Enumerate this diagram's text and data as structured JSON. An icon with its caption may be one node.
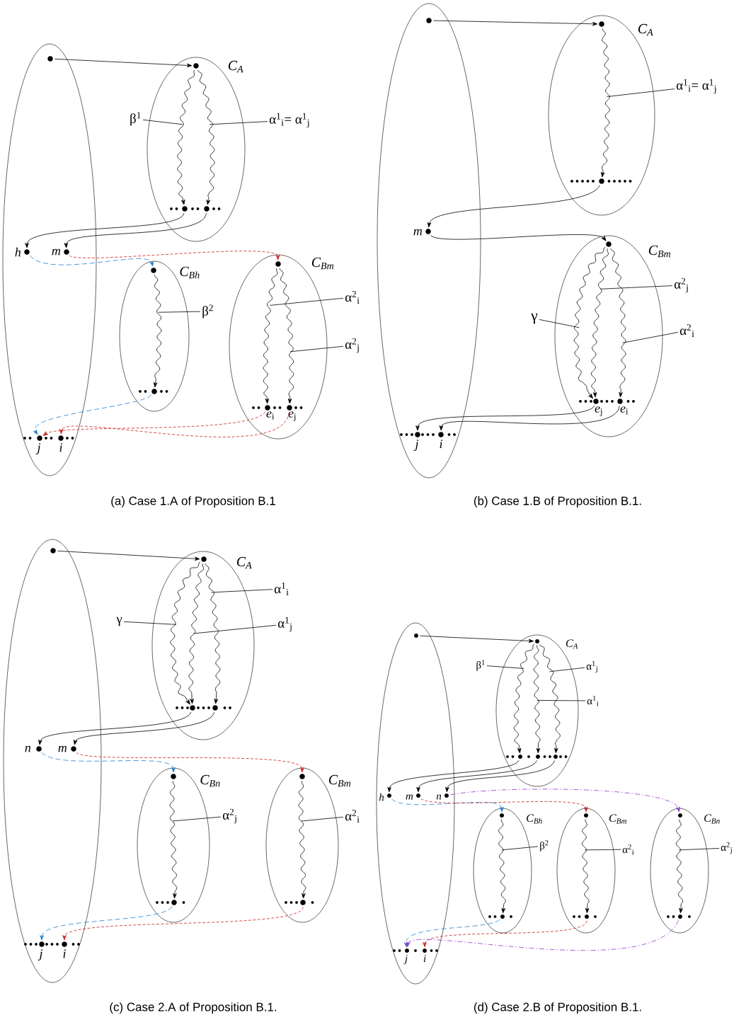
{
  "diagram": {
    "nodes": [
      {
        "text": [],
        "shape": "ellipse"
      },
      {
        "text": [],
        "shape": "circle",
        "in": 0
      },
      {
        "text": [
          "C$_{A}$"
        ]
      },
      {
        "text": [],
        "shape": "circle",
        "in": 2
      },
      {
        "text": [],
        "shape": "circle",
        "in": 2
      },
      {
        "text": [],
        "shape": "circle",
        "in": 2
      },
      {
        "text": [],
        "shape": "circle",
        "in": 0,
        "beside": [
          "h"
        ]
      },
      {
        "text": [],
        "shape": "circle",
        "in": 0,
        "beside": [
          "m"
        ]
      },
      {
        "text": [
          "C$_{Bh}$"
        ]
      },
      {
        "text": [],
        "shape": "circle",
        "in": 8
      },
      {
        "text": [],
        "shape": "circle",
        "in": 8
      },
      {
        "text": [
          "C$_{Bm}$"
        ]
      },
      {
        "text": [],
        "shape": "circle",
        "in": 11
      },
      {
        "text": [],
        "shape": "circle",
        "in": 11,
        "beside": [
          "*e*$_{i}$"
        ]
      },
      {
        "text": [],
        "shape": "circle",
        "in": 11,
        "beside": [
          "*e*$_{j}$"
        ]
      },
      {
        "text": [],
        "shape": "circle",
        "in": 0,
        "beside": [
          "j"
        ]
      },
      {
        "text": [],
        "shape": "circle",
        "in": 0,
        "beside": [
          "i"
        ]
      },
      {
        "text": [
          "β$^{1}$"
        ]
      },
      {
        "text": [
          "α$^{1}$$_{i}$= α$^{1}$$_{j}$"
        ]
      },
      {
        "text": [
          "β$^{2}$"
        ]
      },
      {
        "text": [
          "α$^{2}$$_{i}$"
        ]
      },
      {
        "text": [
          "α$^{2}$$_{j}$"
        ]
      },
      {
        "text": [],
        "shape": "ellipse"
      },
      {
        "text": [],
        "shape": "circle",
        "in": 22
      },
      {
        "text": [
          "C$_{A}$"
        ]
      },
      {
        "text": [],
        "shape": "circle",
        "in": 24
      },
      {
        "text": [],
        "shape": "circle",
        "in": 24
      },
      {
        "text": [],
        "shape": "circle",
        "in": 22,
        "beside": [
          "m"
        ]
      },
      {
        "text": [
          "C$_{Bm}$"
        ]
      },
      {
        "text": [],
        "shape": "circle",
        "in": 28
      },
      {
        "text": [],
        "shape": "circle",
        "in": 28,
        "beside": [
          "*e*$_{j}$"
        ]
      },
      {
        "text": [],
        "shape": "circle",
        "in": 28,
        "beside": [
          "*e*$_{i}$"
        ]
      },
      {
        "text": [],
        "shape": "circle",
        "in": 22,
        "beside": [
          "j"
        ]
      },
      {
        "text": [],
        "shape": "circle",
        "in": 22,
        "beside": [
          "i"
        ]
      },
      {
        "text": [
          "α$^{1}$$_{i}$= α$^{1}$$_{j}$"
        ]
      },
      {
        "text": [
          "α$^{2}$$_{j}$"
        ]
      },
      {
        "text": [
          "γ"
        ]
      },
      {
        "text": [
          "α$^{2}$$_{i}$"
        ]
      },
      {
        "text": [],
        "shape": "ellipse"
      },
      {
        "text": [],
        "shape": "circle",
        "in": 38
      },
      {
        "text": [
          "C$_{A}$"
        ]
      },
      {
        "text": [],
        "shape": "circle",
        "in": 40
      },
      {
        "text": [],
        "shape": "circle",
        "in": 40
      },
      {
        "text": [],
        "shape": "circle",
        "in": 40
      },
      {
        "text": [],
        "shape": "circle",
        "in": 38,
        "beside": [
          "n"
        ]
      },
      {
        "text": [],
        "shape": "circle",
        "in": 38,
        "beside": [
          "m"
        ]
      },
      {
        "text": [
          "C$_{Bn}$"
        ]
      },
      {
        "text": [],
        "shape": "circle",
        "in": 46
      },
      {
        "text": [],
        "shape": "circle",
        "in": 46
      },
      {
        "text": [
          "C$_{Bm}$"
        ]
      },
      {
        "text": [],
        "shape": "circle",
        "in": 49
      },
      {
        "text": [],
        "shape": "circle",
        "in": 49
      },
      {
        "text": [],
        "shape": "circle",
        "in": 38,
        "beside": [
          "j"
        ]
      },
      {
        "text": [],
        "shape": "circle",
        "in": 38,
        "beside": [
          "i"
        ]
      },
      {
        "text": [
          "α$^{1}$$_{i}$"
        ]
      },
      {
        "text": [
          "γ"
        ]
      },
      {
        "text": [
          "α$^{1}$$_{j}$"
        ]
      },
      {
        "text": [
          "α$^{2}$$_{j}$"
        ]
      },
      {
        "text": [
          "α$^{2}$$_{i}$"
        ]
      },
      {
        "text": [],
        "shape": "ellipse"
      },
      {
        "text": [],
        "shape": "circle",
        "in": 59
      },
      {
        "text": [
          "C$_{A}$"
        ]
      },
      {
        "text": [],
        "shape": "circle",
        "in": 61
      },
      {
        "text": [],
        "shape": "circle",
        "in": 61
      },
      {
        "text": [],
        "shape": "circle",
        "in": 61
      },
      {
        "text": [],
        "shape": "circle",
        "in": 61
      },
      {
        "text": [],
        "shape": "circle",
        "in": 59,
        "beside": [
          "h"
        ]
      },
      {
        "text": [],
        "shape": "circle",
        "in": 59,
        "beside": [
          "m"
        ]
      },
      {
        "text": [],
        "shape": "circle",
        "in": 59,
        "beside": [
          "n"
        ]
      },
      {
        "text": [
          "C$_{Bh}$"
        ]
      },
      {
        "text": [],
        "shape": "circle",
        "in": 69
      },
      {
        "text": [],
        "shape": "circle",
        "in": 69
      },
      {
        "text": [
          "C$_{Bm}$"
        ]
      },
      {
        "text": [],
        "shape": "circle",
        "in": 72
      },
      {
        "text": [],
        "shape": "circle",
        "in": 72
      },
      {
        "text": [
          "C$_{Bn}$"
        ]
      },
      {
        "text": [],
        "shape": "circle",
        "in": 75
      },
      {
        "text": [],
        "shape": "circle",
        "in": 75
      },
      {
        "text": [],
        "shape": "circle",
        "in": 59,
        "beside": [
          "j"
        ]
      },
      {
        "text": [],
        "shape": "circle",
        "in": 59,
        "beside": [
          "i"
        ]
      },
      {
        "text": [
          "β$^{1}$"
        ]
      },
      {
        "text": [
          "α$^{1}$$_{j}$"
        ]
      },
      {
        "text": [
          "α$^{1}$$_{i}$"
        ]
      },
      {
        "text": [
          "β$^{2}$"
        ]
      },
      {
        "text": [
          "α$^{2}$$_{i}$"
        ]
      },
      {
        "text": [
          "α$^{2}$$_{j}$"
        ]
      }
    ],
    "edges": [
      {
        "from": 1,
        "to": 3,
        "arrow": "to"
      },
      {
        "from": 3,
        "to": 4,
        "arrow": "to"
      },
      {
        "from": 3,
        "to": 5,
        "arrow": "to"
      },
      {
        "from": 4,
        "to": 6,
        "arrow": "to"
      },
      {
        "from": 5,
        "to": 7,
        "arrow": "to"
      },
      {
        "from": 6,
        "to": 9,
        "arrow": "to",
        "style": "dashed",
        "color": "#1f7fd0"
      },
      {
        "from": 7,
        "to": 12,
        "arrow": "to",
        "style": "dashed",
        "color": "#cc1f1f"
      },
      {
        "from": 9,
        "to": 10,
        "arrow": "to"
      },
      {
        "from": 12,
        "to": 13,
        "arrow": "to"
      },
      {
        "from": 12,
        "to": 14,
        "arrow": "to"
      },
      {
        "from": 10,
        "to": 15,
        "arrow": "to",
        "style": "dashed",
        "color": "#1f7fd0"
      },
      {
        "from": 13,
        "to": 15,
        "arrow": "to",
        "style": "dashed",
        "color": "#cc1f1f"
      },
      {
        "from": 14,
        "to": 16,
        "arrow": "to",
        "style": "dashed",
        "color": "#cc1f1f"
      },
      {
        "from": 17,
        "to": null,
        "arrow": "none"
      },
      {
        "from": 18,
        "to": null,
        "arrow": "none"
      },
      {
        "from": 19,
        "to": null,
        "arrow": "none"
      },
      {
        "from": 20,
        "to": null,
        "arrow": "none"
      },
      {
        "from": 21,
        "to": null,
        "arrow": "none"
      },
      {
        "from": 23,
        "to": 25,
        "arrow": "to"
      },
      {
        "from": 25,
        "to": 26,
        "arrow": "to"
      },
      {
        "from": 26,
        "to": 27,
        "arrow": "to"
      },
      {
        "from": 27,
        "to": 29,
        "arrow": "to"
      },
      {
        "from": 29,
        "to": 30,
        "arrow": "to"
      },
      {
        "from": 29,
        "to": 30,
        "arrow": "to"
      },
      {
        "from": 29,
        "to": 31,
        "arrow": "to"
      },
      {
        "from": 30,
        "to": 32,
        "arrow": "to"
      },
      {
        "from": 31,
        "to": 33,
        "arrow": "to"
      },
      {
        "from": 34,
        "to": null,
        "arrow": "none"
      },
      {
        "from": 35,
        "to": null,
        "arrow": "none"
      },
      {
        "from": 36,
        "to": null,
        "arrow": "none"
      },
      {
        "from": 37,
        "to": null,
        "arrow": "none"
      },
      {
        "from": 39,
        "to": 41,
        "arrow": "to"
      },
      {
        "from": 41,
        "to": 42,
        "arrow": "to"
      },
      {
        "from": 41,
        "to": 42,
        "arrow": "to"
      },
      {
        "from": 41,
        "to": 43,
        "arrow": "to"
      },
      {
        "from": 42,
        "to": 44,
        "arrow": "to"
      },
      {
        "from": 43,
        "to": 45,
        "arrow": "to"
      },
      {
        "from": 44,
        "to": 47,
        "arrow": "to",
        "style": "dashed",
        "color": "#1f7fd0"
      },
      {
        "from": 45,
        "to": 50,
        "arrow": "to",
        "style": "dashed",
        "color": "#cc1f1f"
      },
      {
        "from": 47,
        "to": 48,
        "arrow": "to"
      },
      {
        "from": 50,
        "to": 51,
        "arrow": "to"
      },
      {
        "from": 48,
        "to": 52,
        "arrow": "to",
        "style": "dashed",
        "color": "#1f7fd0"
      },
      {
        "from": 51,
        "to": 53,
        "arrow": "to",
        "style": "dashed",
        "color": "#cc1f1f"
      },
      {
        "from": 54,
        "to": null,
        "arrow": "none"
      },
      {
        "from": 55,
        "to": null,
        "arrow": "none"
      },
      {
        "from": 56,
        "to": null,
        "arrow": "none"
      },
      {
        "from": 57,
        "to": null,
        "arrow": "none"
      },
      {
        "from": 58,
        "to": null,
        "arrow": "none"
      },
      {
        "from": 60,
        "to": 62,
        "arrow": "to"
      },
      {
        "from": 62,
        "to": 63,
        "arrow": "to"
      },
      {
        "from": 62,
        "to": 64,
        "arrow": "to"
      },
      {
        "from": 62,
        "to": 65,
        "arrow": "to"
      },
      {
        "from": 63,
        "to": 66,
        "arrow": "to"
      },
      {
        "from": 64,
        "to": 67,
        "arrow": "to"
      },
      {
        "from": 65,
        "to": 68,
        "arrow": "to"
      },
      {
        "from": 66,
        "to": 70,
        "arrow": "to",
        "style": "dashed",
        "color": "#1f7fd0"
      },
      {
        "from": 67,
        "to": 73,
        "arrow": "to",
        "style": "dashed",
        "color": "#cc1f1f"
      },
      {
        "from": 68,
        "to": 76,
        "arrow": "to",
        "style": "dashed",
        "color": "#9933cc"
      },
      {
        "from": 70,
        "to": 71,
        "arrow": "to"
      },
      {
        "from": 73,
        "to": 74,
        "arrow": "to"
      },
      {
        "from": 76,
        "to": 77,
        "arrow": "to"
      },
      {
        "from": 71,
        "to": 78,
        "arrow": "to",
        "style": "dashed",
        "color": "#1f7fd0"
      },
      {
        "from": 74,
        "to": 79,
        "arrow": "to",
        "style": "dashed",
        "color": "#cc1f1f"
      },
      {
        "from": 77,
        "to": 78,
        "arrow": "to",
        "style": "dashed",
        "color": "#9933cc"
      },
      {
        "from": 80,
        "to": null,
        "arrow": "none"
      },
      {
        "from": 81,
        "to": null,
        "arrow": "none"
      },
      {
        "from": 82,
        "to": null,
        "arrow": "none"
      },
      {
        "from": 83,
        "to": null,
        "arrow": "none"
      },
      {
        "from": 84,
        "to": null,
        "arrow": "none"
      },
      {
        "from": 85,
        "to": null,
        "arrow": "none"
      }
    ],
    "labels": [
      "(a) Case 1.A of Proposition B.1",
      "(b) Case 1.B of Proposition B.1.",
      "(c) Case 2.A of Proposition B.1.",
      "(d) Case 2.B of Proposition B.1."
    ]
  }
}
